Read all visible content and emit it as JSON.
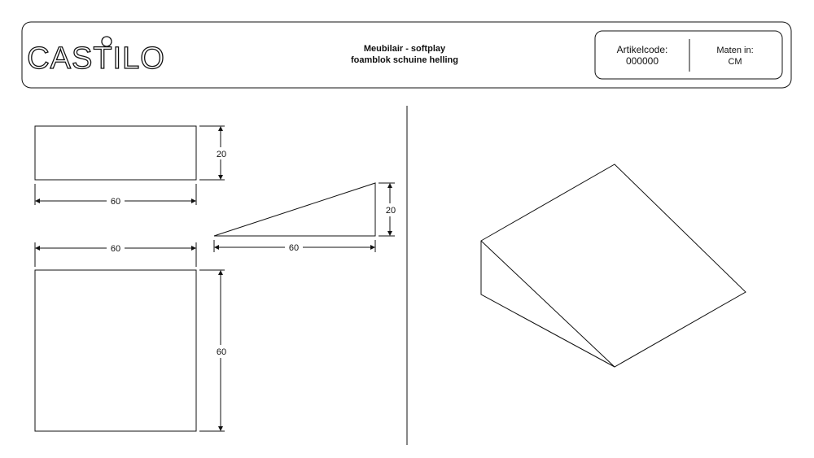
{
  "header": {
    "logo": "CASTILO",
    "title_line1": "Meubilair - softplay",
    "title_line2": "foamblok schuine helling",
    "article_code_label": "Artikelcode:",
    "article_code_value": "000000",
    "units_label": "Maten in:",
    "units_value": "CM"
  },
  "views": {
    "front": {
      "height": "20",
      "width": "60"
    },
    "top": {
      "width": "60",
      "depth": "60"
    },
    "side": {
      "height": "20",
      "length": "60"
    }
  }
}
